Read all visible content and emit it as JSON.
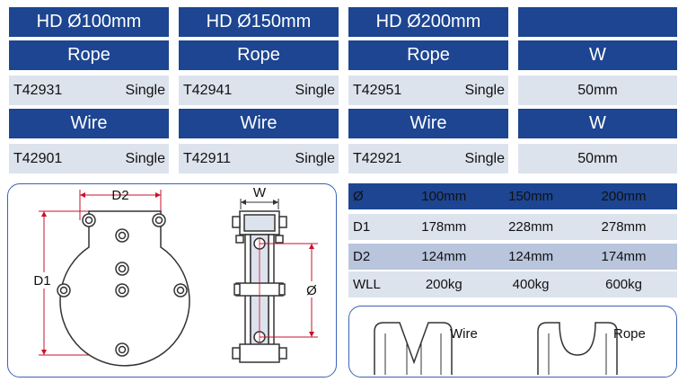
{
  "columns": [
    {
      "title": "HD Ø100mm",
      "rope_label": "Rope",
      "rope_code": "T42931",
      "rope_type": "Single",
      "wire_label": "Wire",
      "wire_code": "T42901",
      "wire_type": "Single"
    },
    {
      "title": "HD Ø150mm",
      "rope_label": "Rope",
      "rope_code": "T42941",
      "rope_type": "Single",
      "wire_label": "Wire",
      "wire_code": "T42911",
      "wire_type": "Single"
    },
    {
      "title": "HD Ø200mm",
      "rope_label": "Rope",
      "rope_code": "T42951",
      "rope_type": "Single",
      "wire_label": "Wire",
      "wire_code": "T42921",
      "wire_type": "Single"
    }
  ],
  "width_col": {
    "rope_label": "W",
    "rope_value": "50mm",
    "wire_label": "W",
    "wire_value": "50mm"
  },
  "drawing": {
    "d2_label": "D2",
    "d1_label": "D1",
    "w_label": "W",
    "dia_label": "Ø"
  },
  "dims": {
    "headers": [
      "Ø",
      "100mm",
      "150mm",
      "200mm"
    ],
    "rows": [
      {
        "label": "D1",
        "values": [
          "178mm",
          "228mm",
          "278mm"
        ]
      },
      {
        "label": "D2",
        "values": [
          "124mm",
          "124mm",
          "174mm"
        ]
      },
      {
        "label": "WLL",
        "values": [
          "200kg",
          "400kg",
          "600kg"
        ]
      }
    ]
  },
  "profiles": {
    "wire_label": "Wire",
    "rope_label": "Rope"
  },
  "colors": {
    "header_blue": "#1d4591",
    "cell_light": "#dde3ed",
    "row_mid": "#b9c5dd",
    "panel_border": "#3b63b3",
    "dimension_red": "#c8102e"
  }
}
